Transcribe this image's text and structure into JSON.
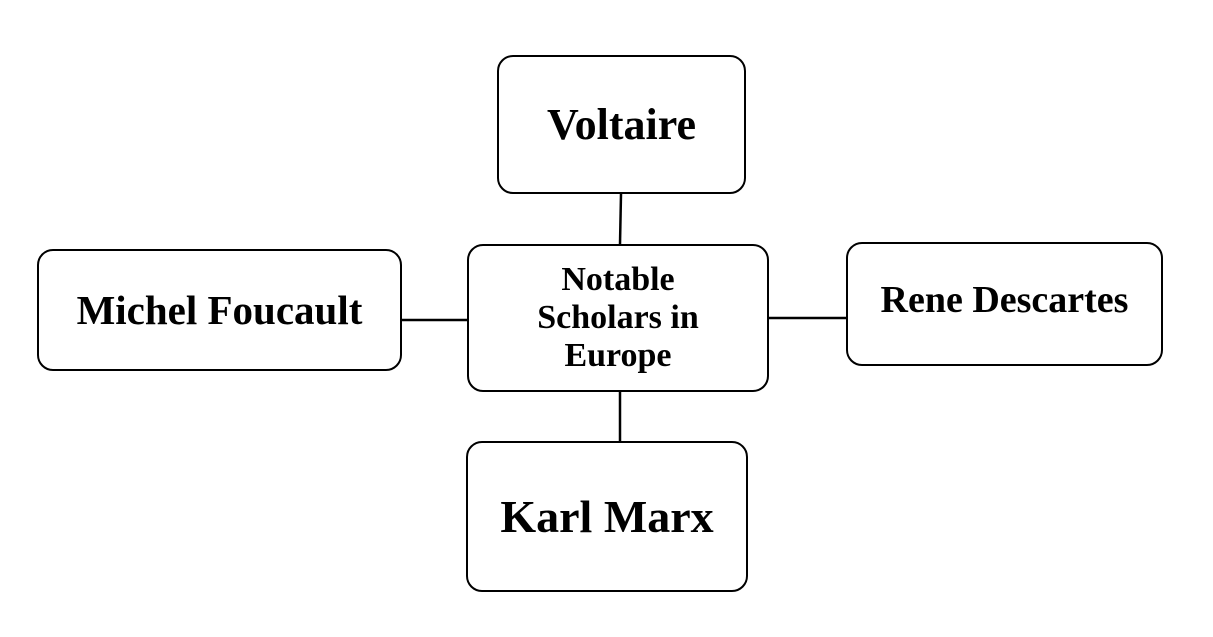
{
  "diagram": {
    "center": {
      "label": "Notable Scholars in Europe"
    },
    "nodes": {
      "top": {
        "label": "Voltaire"
      },
      "left": {
        "label": "Michel Foucault"
      },
      "right": {
        "label": "Rene Descartes"
      },
      "bottom": {
        "label": "Karl Marx"
      }
    }
  },
  "colors": {
    "stroke": "#000000",
    "fill": "#ffffff",
    "text": "#000000"
  }
}
